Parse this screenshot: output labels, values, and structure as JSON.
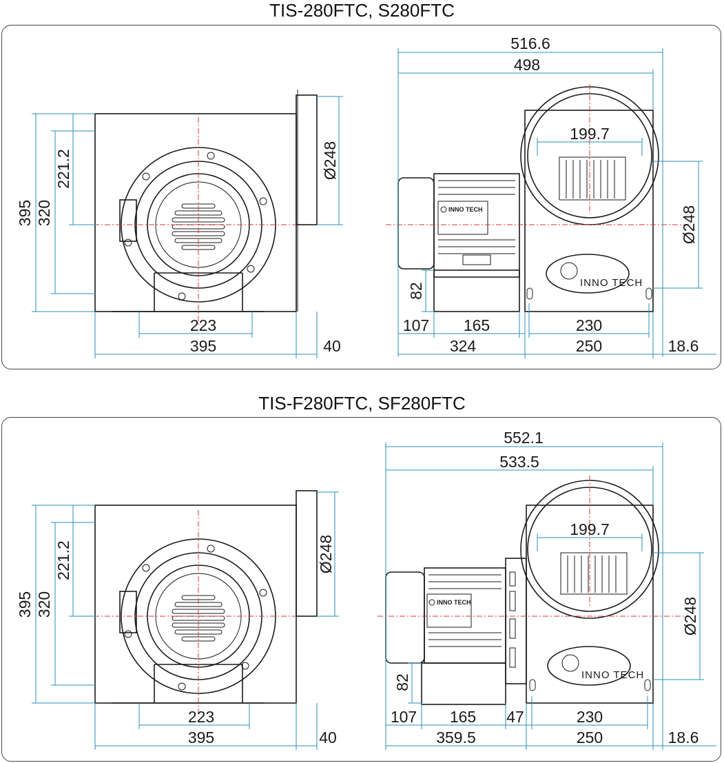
{
  "models": [
    {
      "title": "TIS-280FTC, S280FTC",
      "front": {
        "h_total": "395",
        "h_320": "320",
        "h_221": "221.2",
        "dia": "Ø248",
        "w_base": "223",
        "w_total": "395",
        "w_flange": "40"
      },
      "side": {
        "total": "516.6",
        "body": "498",
        "inner": "199.7",
        "dia": "Ø248",
        "foot_h": "82",
        "m1": "107",
        "m2": "165",
        "m3": "230",
        "b1": "324",
        "b2": "250",
        "b3": "18.6"
      }
    },
    {
      "title": "TIS-F280FTC, SF280FTC",
      "front": {
        "h_total": "395",
        "h_320": "320",
        "h_221": "221.2",
        "dia": "Ø248",
        "w_base": "223",
        "w_total": "395",
        "w_flange": "40"
      },
      "side": {
        "total": "552.1",
        "body": "533.5",
        "inner": "199.7",
        "dia": "Ø248",
        "foot_h": "82",
        "m1": "107",
        "m2": "165",
        "m_extra": "47",
        "m3": "230",
        "b1": "359.5",
        "b2": "250",
        "b3": "18.6"
      }
    }
  ],
  "brand": {
    "logo_text": "INNO TECH",
    "motor_label": "INNO TECH"
  },
  "colors": {
    "dimension_line": "#2a8fb8",
    "center_line": "#e0303a",
    "outline": "#1a1a1a"
  }
}
